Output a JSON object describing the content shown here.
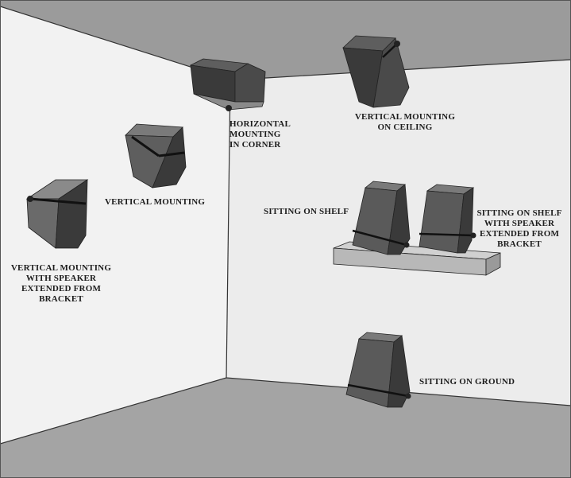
{
  "labels": {
    "horizontal_corner": "HORIZONTAL\nMOUNTING\nIN CORNER",
    "vertical_ceiling": "VERTICAL MOUNTING\nON CEILING",
    "vertical_mounting": "VERTICAL MOUNTING",
    "sitting_on_shelf": "SITTING ON SHELF",
    "shelf_extended": "SITTING ON SHELF\nWITH SPEAKER\nEXTENDED FROM\nBRACKET",
    "vertical_extended": "VERTICAL MOUNTING\nWITH SPEAKER\nEXTENDED FROM\nBRACKET",
    "sitting_on_ground": "SITTING ON GROUND"
  },
  "colors": {
    "ceiling": "#9b9b9b",
    "left_wall": "#f2f2f2",
    "right_wall": "#ececec",
    "floor": "#a4a4a4",
    "speaker_dark": "#3a3a3a",
    "speaker_mid": "#5e5e5e",
    "speaker_light": "#8a8a8a",
    "shelf_top": "#d0d0d0",
    "shelf_front": "#b8b8b8"
  }
}
